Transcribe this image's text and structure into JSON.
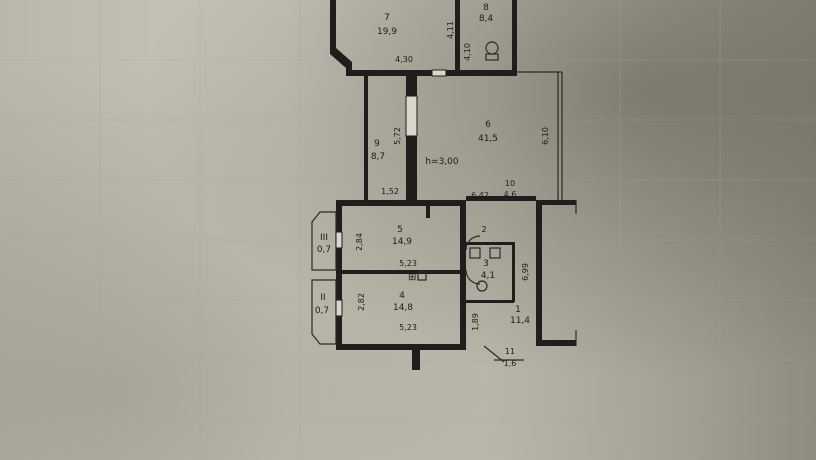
{
  "rooms": {
    "r7": {
      "number": "7",
      "area": "19,9"
    },
    "r8": {
      "number": "8",
      "area": "8,4"
    },
    "r6": {
      "number": "6",
      "area": "41,5"
    },
    "r9": {
      "number": "9",
      "area": "8,7"
    },
    "r5": {
      "number": "5",
      "area": "14,9"
    },
    "r4": {
      "number": "4",
      "area": "14,8"
    },
    "r3": {
      "number": "3",
      "area": "4,1"
    },
    "r1": {
      "number": "1",
      "area": "11,4"
    },
    "r10": {
      "number": "10",
      "area": "4,6"
    },
    "b3": {
      "number": "III",
      "area": "0,7"
    },
    "b2": {
      "number": "II",
      "area": "0,7"
    },
    "r2": {
      "number": "2"
    }
  },
  "dimensions": {
    "d430": "4,30",
    "d411": "4,11",
    "d410": "4,10",
    "d610": "6,10",
    "d572": "5,72",
    "height": "h=3,00",
    "d152": "1,52",
    "d642": "6,42",
    "d284": "2,84",
    "d523a": "5,23",
    "d282": "2,82",
    "d523b": "5,23",
    "d699": "6,99",
    "d189": "1,89",
    "d11": "11",
    "d16": "1,6"
  }
}
